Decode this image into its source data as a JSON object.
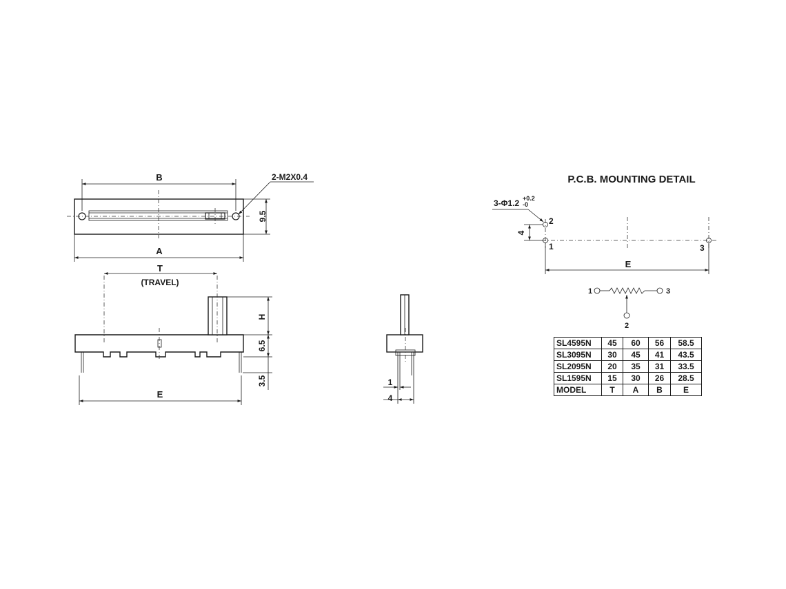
{
  "views": {
    "top": {
      "dim_b": "B",
      "dim_a": "A",
      "dim_height": "9.5",
      "screw_callout": "2-M2X0.4"
    },
    "front": {
      "dim_t": "T",
      "travel": "(TRAVEL)",
      "dim_h": "H",
      "dim_body": "6.5",
      "dim_pin": "3.5",
      "dim_e": "E"
    },
    "side": {
      "dim_1": "1",
      "dim_4": "4"
    }
  },
  "pcb": {
    "title": "P.C.B. MOUNTING DETAIL",
    "hole_callout": "3-Φ1.2",
    "tol_plus": "+0.2",
    "tol_minus": "-0",
    "dim_4": "4",
    "dim_e": "E",
    "pin_1": "1",
    "pin_2": "2",
    "pin_3": "3"
  },
  "schematic": {
    "pin_1": "1",
    "pin_2": "2",
    "pin_3": "3"
  },
  "table": {
    "rows": [
      [
        "SL4595N",
        "45",
        "60",
        "56",
        "58.5"
      ],
      [
        "SL3095N",
        "30",
        "45",
        "41",
        "43.5"
      ],
      [
        "SL2095N",
        "20",
        "35",
        "31",
        "33.5"
      ],
      [
        "SL1595N",
        "15",
        "30",
        "26",
        "28.5"
      ],
      [
        "MODEL",
        "T",
        "A",
        "B",
        "E"
      ]
    ]
  }
}
